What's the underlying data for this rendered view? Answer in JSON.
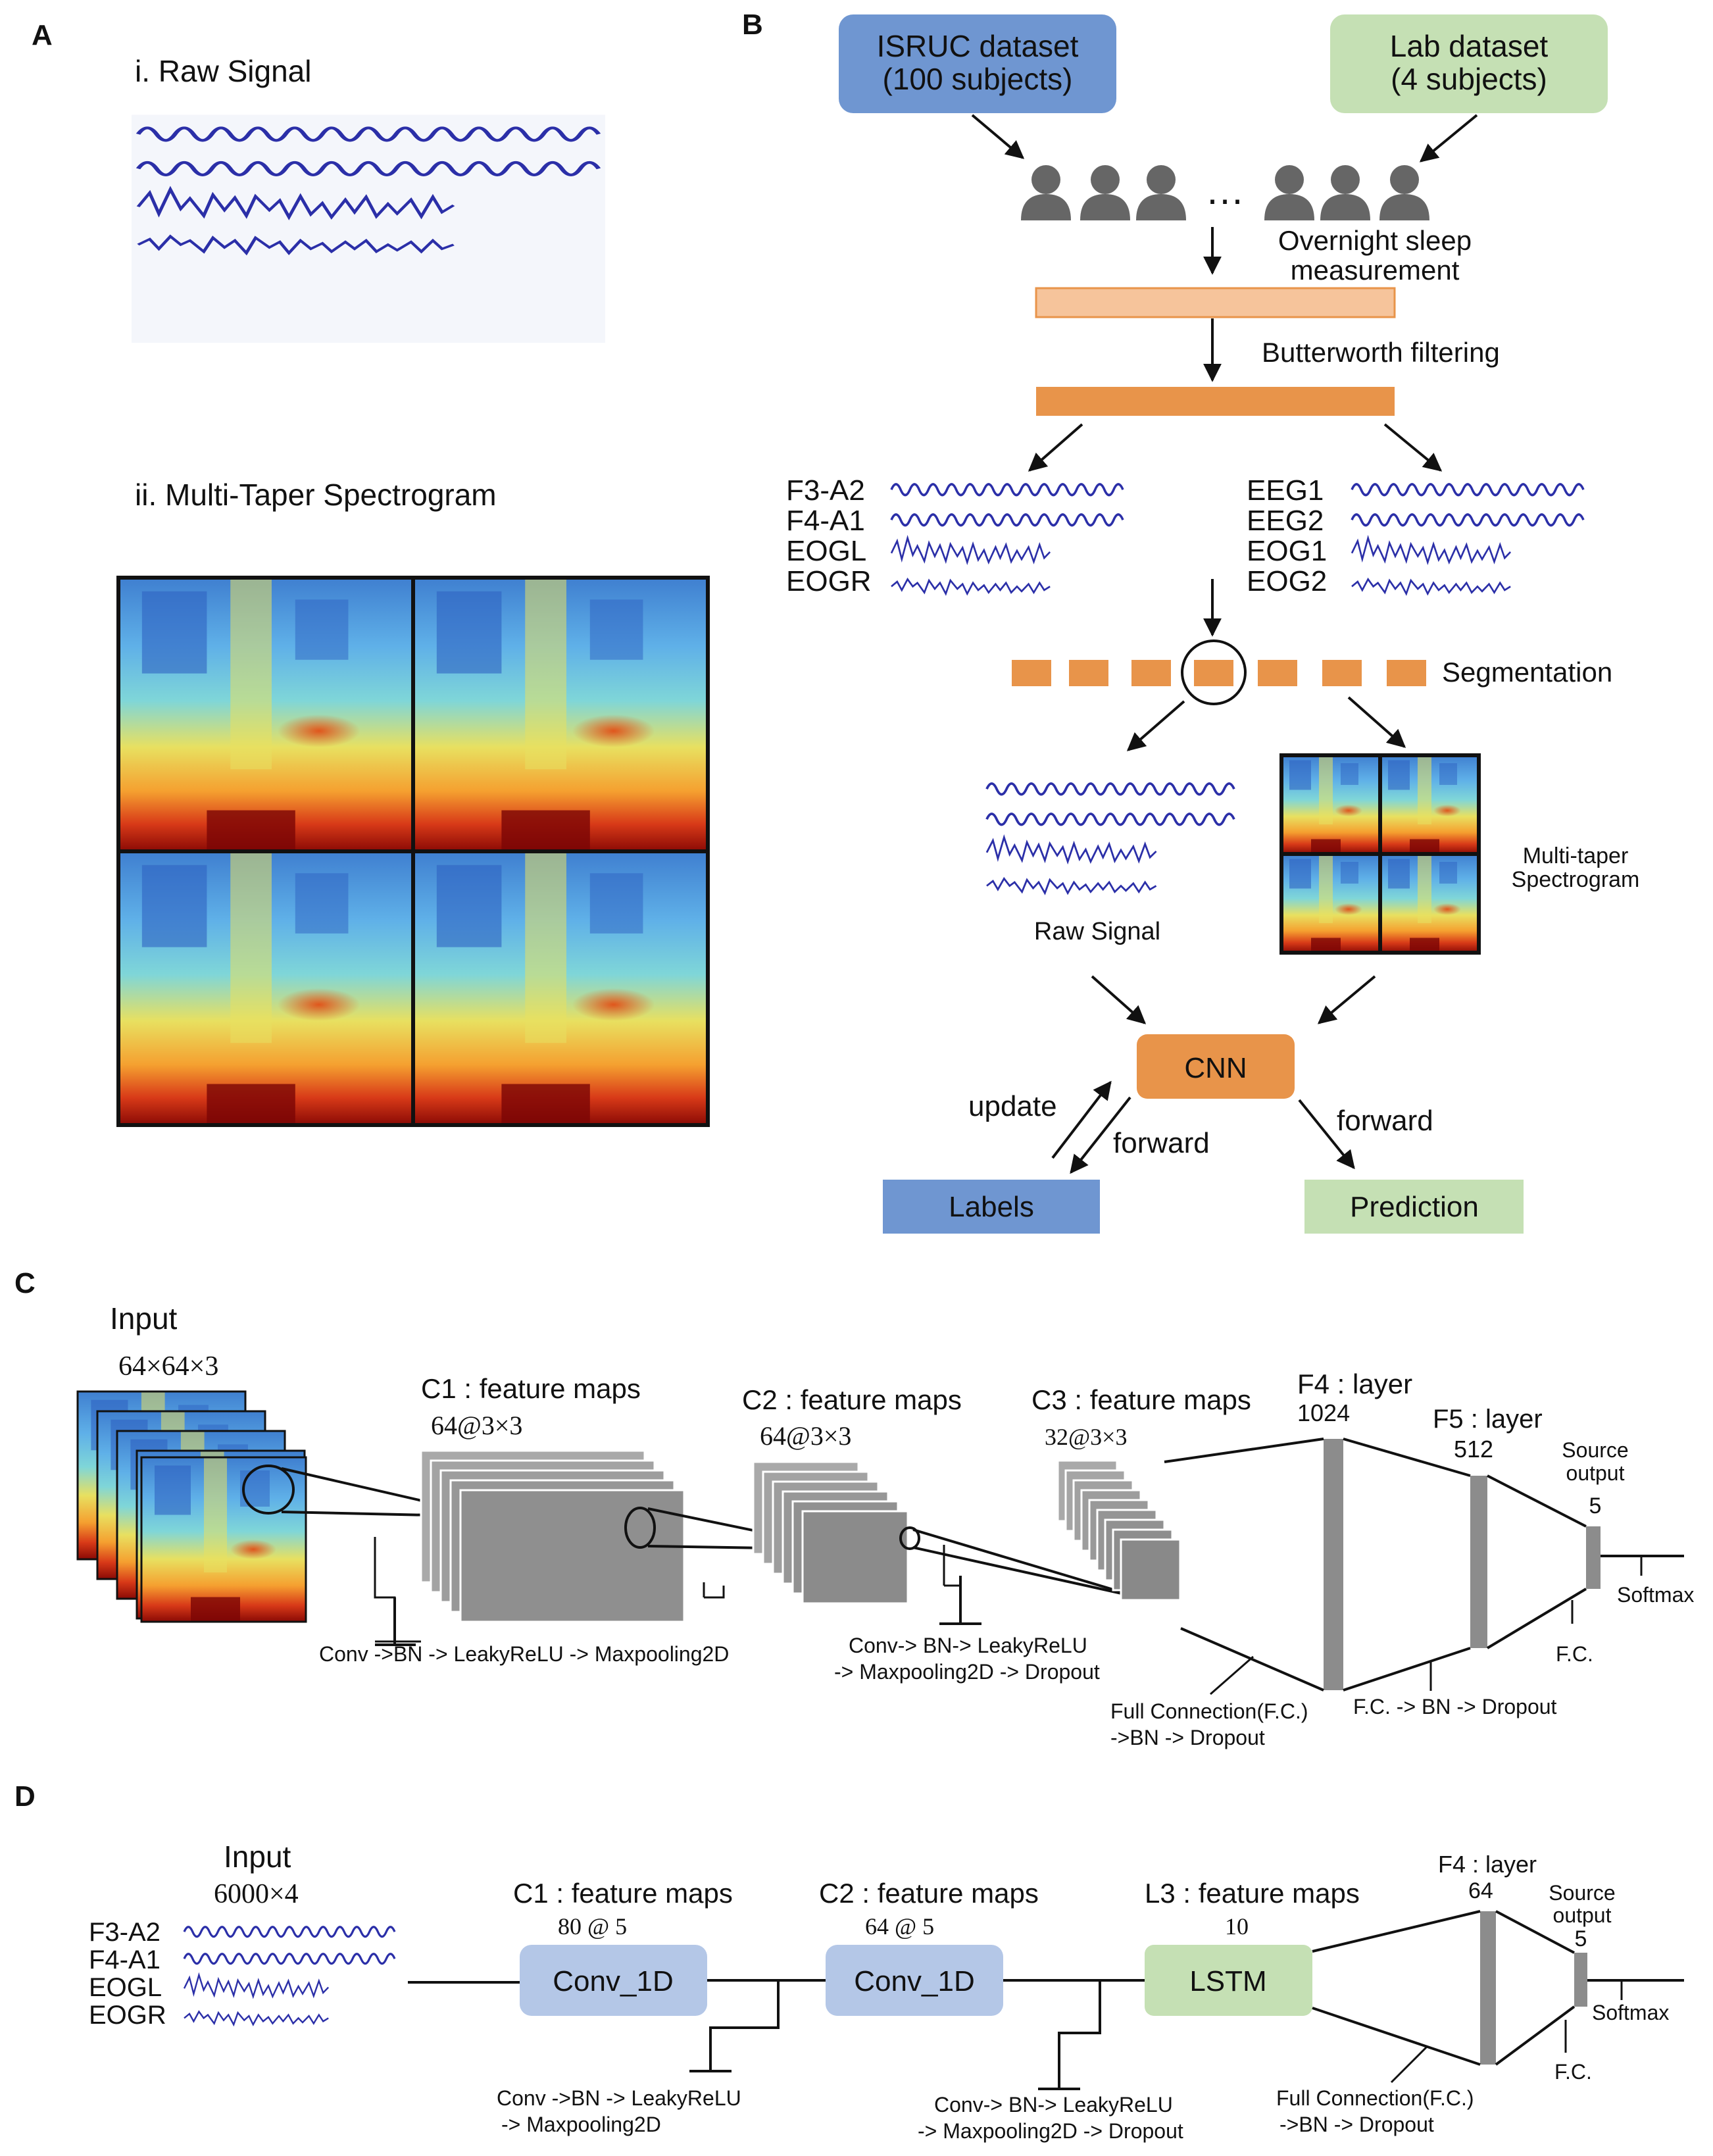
{
  "panels": {
    "A": {
      "letter": "A",
      "raw_title": "i. Raw Signal",
      "spec_title": "ii. Multi-Taper Spectrogram"
    },
    "B": {
      "letter": "B",
      "isruc": {
        "line1": "ISRUC dataset",
        "line2": "(100 subjects)",
        "color": "#6f96d1"
      },
      "lab": {
        "line1": "Lab dataset",
        "line2": "(4 subjects)",
        "color": "#c5e0b4"
      },
      "ellipsis": "…",
      "overnight": {
        "line1": "Overnight sleep",
        "line2": "measurement"
      },
      "butterworth": "Butterworth filtering",
      "channels_left": [
        "F3-A2",
        "F4-A1",
        "EOGL",
        "EOGR"
      ],
      "channels_right": [
        "EEG1",
        "EEG2",
        "EOG1",
        "EOG2"
      ],
      "segmentation": "Segmentation",
      "raw_signal": "Raw Signal",
      "multitaper": {
        "line1": "Multi-taper",
        "line2": "Spectrogram"
      },
      "cnn": "CNN",
      "update": "update",
      "forward_left": "forward",
      "forward_right": "forward",
      "labels": "Labels",
      "prediction": "Prediction",
      "accent_orange": "#e8944a",
      "light_orange": "#f6c49b"
    },
    "C": {
      "letter": "C",
      "input": "Input",
      "input_dim": "64×64×3",
      "c1": "C1 : feature maps",
      "c1_dim": "64@3×3",
      "c2": "C2 : feature maps",
      "c2_dim": "64@3×3",
      "c3": "C3 : feature maps",
      "c3_dim": "32@3×3",
      "f4": "F4 : layer",
      "f4_dim": "1024",
      "f5": "F5 : layer",
      "f5_dim": "512",
      "source": {
        "line1": "Source",
        "line2": "output"
      },
      "source_dim": "5",
      "softmax": "Softmax",
      "op1": "Conv ->BN -> LeakyReLU -> Maxpooling2D",
      "op2": {
        "line1": "Conv-> BN-> LeakyReLU",
        "line2": "-> Maxpooling2D -> Dropout"
      },
      "op3": {
        "line1": "Full Connection(F.C.)",
        "line2": "->BN -> Dropout"
      },
      "op4": "F.C. -> BN -> Dropout",
      "op5": "F.C."
    },
    "D": {
      "letter": "D",
      "input": "Input",
      "input_dim": "6000×4",
      "channels": [
        "F3-A2",
        "F4-A1",
        "EOGL",
        "EOGR"
      ],
      "c1": "C1 : feature maps",
      "c1_dim": "80 @ 5",
      "c2": "C2 : feature maps",
      "c2_dim": "64 @ 5",
      "l3": "L3 : feature maps",
      "l3_dim": "10",
      "f4": "F4 : layer",
      "f4_dim": "64",
      "source": {
        "line1": "Source",
        "line2": "output"
      },
      "source_dim": "5",
      "softmax": "Softmax",
      "conv_label_1": "Conv_1D",
      "conv_label_2": "Conv_1D",
      "lstm": "LSTM",
      "op1": {
        "line1": "Conv ->BN -> LeakyReLU",
        "line2": "-> Maxpooling2D"
      },
      "op2": {
        "line1": "Conv-> BN-> LeakyReLU",
        "line2": "-> Maxpooling2D -> Dropout"
      },
      "op3": {
        "line1": "Full Connection(F.C.)",
        "line2": "->BN -> Dropout"
      },
      "op4": "F.C.",
      "conv_color": "#b4c7e7",
      "lstm_color": "#c5e0b4"
    }
  }
}
